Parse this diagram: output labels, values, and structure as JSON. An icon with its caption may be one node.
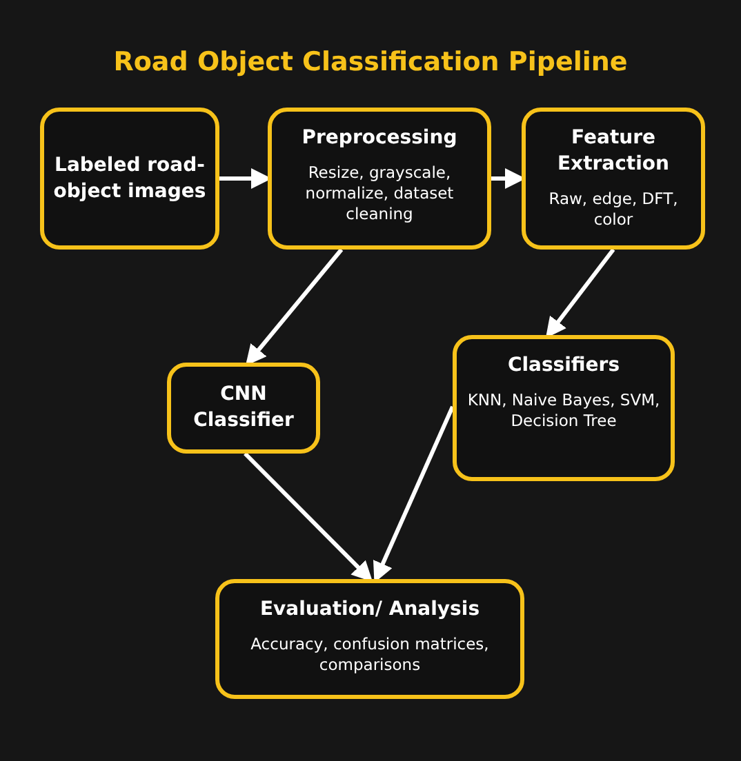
{
  "diagram": {
    "title": "Road Object Classification Pipeline",
    "nodes": [
      {
        "text": [
          "Labeled road-object images"
        ]
      },
      {
        "text": [
          "Preprocessing",
          "Resize, grayscale, normalize, dataset cleaning"
        ]
      },
      {
        "text": [
          "Feature Extraction",
          "Raw, edge, DFT, color"
        ]
      },
      {
        "text": [
          "CNN Classifier"
        ]
      },
      {
        "text": [
          "Classifiers",
          "KNN, Naive Bayes, SVM, Decision Tree"
        ]
      },
      {
        "text": [
          "Evaluation/ Analysis",
          "Accuracy, confusion matrices, comparisons"
        ]
      }
    ],
    "edges": [
      {
        "from": 0,
        "to": 1,
        "arrow": "to"
      },
      {
        "from": 1,
        "to": 2,
        "arrow": "to"
      },
      {
        "from": 1,
        "to": 3,
        "arrow": "to"
      },
      {
        "from": 2,
        "to": 4,
        "arrow": "to"
      },
      {
        "from": 3,
        "to": 5,
        "arrow": "to"
      },
      {
        "from": 4,
        "to": 5,
        "arrow": "to"
      }
    ]
  }
}
